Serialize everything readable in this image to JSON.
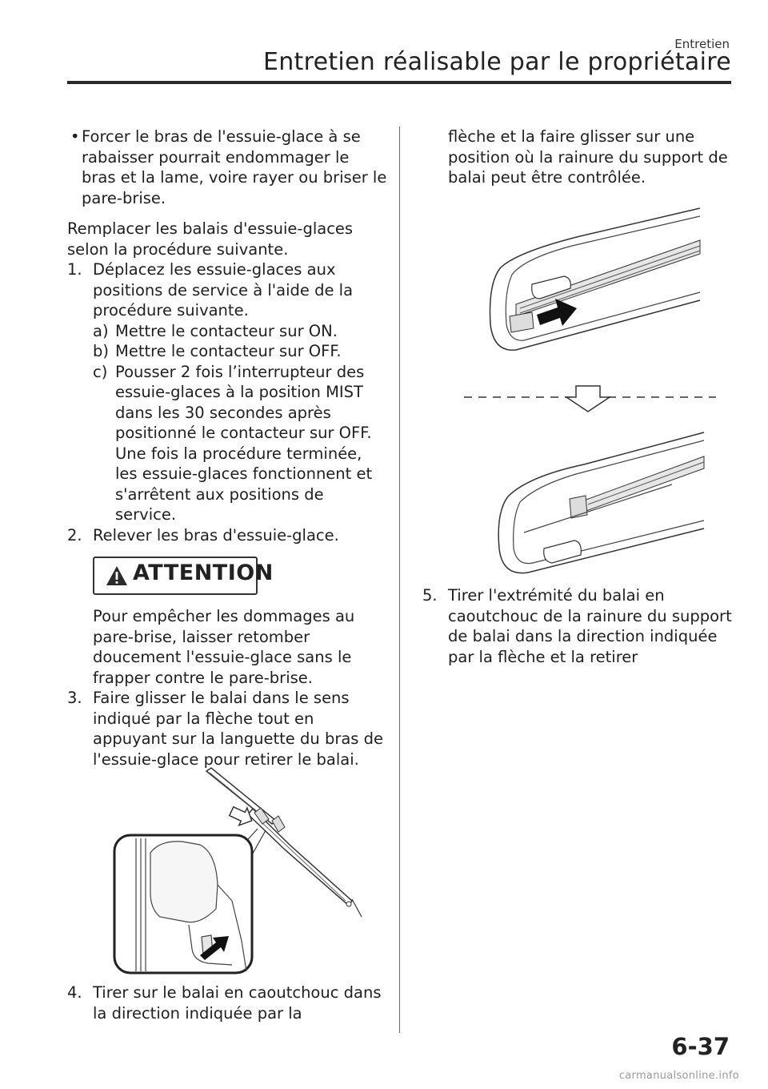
{
  "header": {
    "section": "Entretien",
    "title": "Entretien réalisable par le propriétaire"
  },
  "left": {
    "bullet_dot": "•",
    "bullet_text": "Forcer le bras de l'essuie-glace à se rabaisser pourrait endommager le bras et la lame, voire rayer ou briser le pare-brise.",
    "intro": "Remplacer les balais d'essuie-glaces selon la procédure suivante.",
    "step1_num": "1.",
    "step1_text": "Déplacez les essuie-glaces aux positions de service à l'aide de la procédure suivante.",
    "sub_a_num": "a)",
    "sub_a_text": "Mettre le contacteur sur ON.",
    "sub_b_num": "b)",
    "sub_b_text": "Mettre le contacteur sur OFF.",
    "sub_c_num": "c)",
    "sub_c_text": "Pousser 2 fois l’interrupteur des essuie-glaces à la position MIST dans les 30 secondes après positionné le contacteur sur OFF. Une fois la procédure terminée, les essuie-glaces fonctionnent et s'arrêtent aux positions de service.",
    "step2_num": "2.",
    "step2_text": "Relever les bras d'essuie-glace.",
    "attention_label": "ATTENTION",
    "attention_text": "Pour empêcher les dommages au pare-brise, laisser retomber doucement l'essuie-glace sans le frapper contre le pare-brise.",
    "step3_num": "3.",
    "step3_text": "Faire glisser le balai dans le sens indiqué par la flèche tout en appuyant sur la languette du bras de l'essuie-glace pour retirer le balai.",
    "step4_num": "4.",
    "step4_text": "Tirer sur le balai en caoutchouc dans la direction indiquée par la"
  },
  "right": {
    "cont_text": "flèche et la faire glisser sur une position où la rainure du support de balai peut être contrôlée.",
    "step5_num": "5.",
    "step5_text": "Tirer l'extrémité du balai en caoutchouc de la rainure du support de balai dans la direction indiquée par la flèche et la retirer"
  },
  "footer": {
    "page_number": "6-37",
    "watermark": "carmanualsonline.info"
  }
}
